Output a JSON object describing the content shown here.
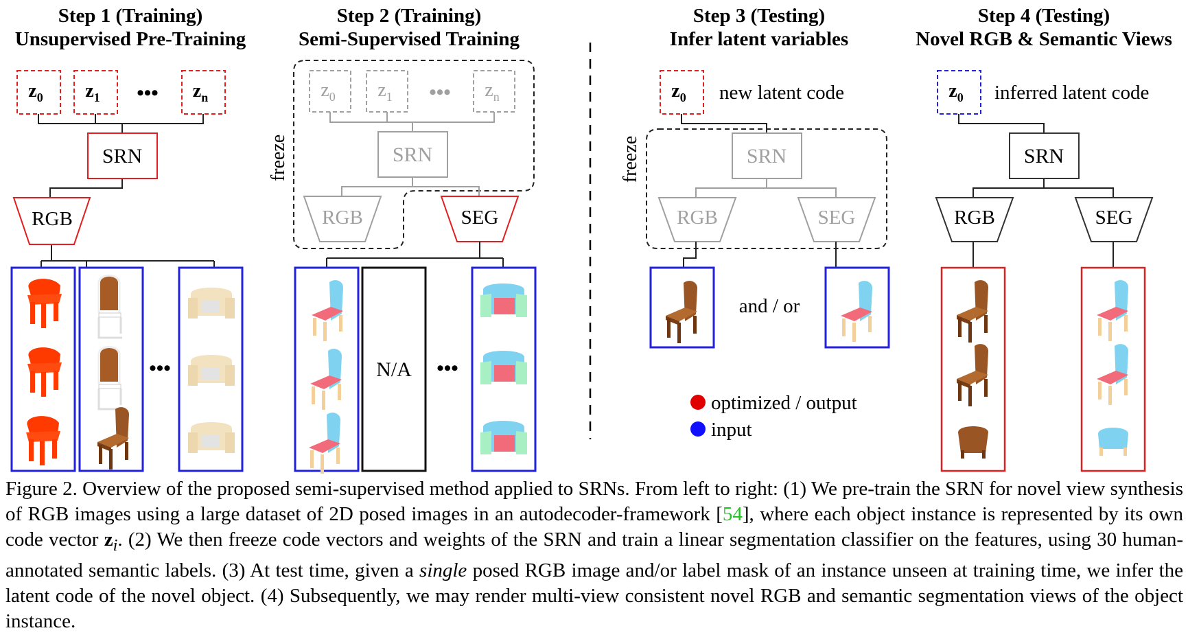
{
  "steps": [
    {
      "title": "Step 1 (Training)",
      "subtitle": "Unsupervised Pre-Training"
    },
    {
      "title": "Step 2 (Training)",
      "subtitle": "Semi-Supervised Training"
    },
    {
      "title": "Step 3 (Testing)",
      "subtitle": "Infer latent variables"
    },
    {
      "title": "Step 4 (Testing)",
      "subtitle": "Novel RGB & Semantic Views"
    }
  ],
  "labels": {
    "z0": "z",
    "z0_sub": "0",
    "z1": "z",
    "z1_sub": "1",
    "zn": "z",
    "zn_sub": "n",
    "ellipsis": "•••",
    "srn": "SRN",
    "rgb": "RGB",
    "seg": "SEG",
    "freeze": "freeze",
    "na": "N/A",
    "new_latent_code": "new latent code",
    "inferred_latent_code": "inferred latent code",
    "and_or": "and / or"
  },
  "legend": [
    {
      "label": "optimized / output",
      "color": "#e00000"
    },
    {
      "label": "input",
      "color": "#1010ff"
    }
  ],
  "colors": {
    "red": "#e02020",
    "blue": "#2222dd",
    "gray": "#a0a0a0",
    "black": "#333333",
    "chair_red": "#ff3a00",
    "brown": "#8b4a1e",
    "seg_blue": "#7fd3f0",
    "seg_pink": "#f26b7a",
    "seg_green": "#a8f0c4",
    "leg_tan": "#f3cf9a",
    "sofa_cream": "#f2e2c0",
    "citation": "#22c322"
  },
  "caption": {
    "p1": "Figure 2. Overview of the proposed semi-supervised method applied to SRNs.  From left to right: (1) We pre-train the SRN for novel view synthesis of RGB images using a large dataset of 2D posed images in an autodecoder-framework [",
    "ref": "54",
    "p2": "], where each object instance is represented by its own code vector ",
    "zvec": "z",
    "zsub": "i",
    "p3": ". (2) We then freeze code vectors and weights of the SRN and train a linear segmentation classifier on the features, using 30 human-annotated semantic labels. (3) At test time, given a ",
    "single": "single",
    "p4": " posed RGB image and/or label mask of an instance unseen at training time, we infer the latent code of the novel object. (4) Subsequently, we may render multi-view consistent novel RGB and semantic segmentation views of the object instance."
  }
}
